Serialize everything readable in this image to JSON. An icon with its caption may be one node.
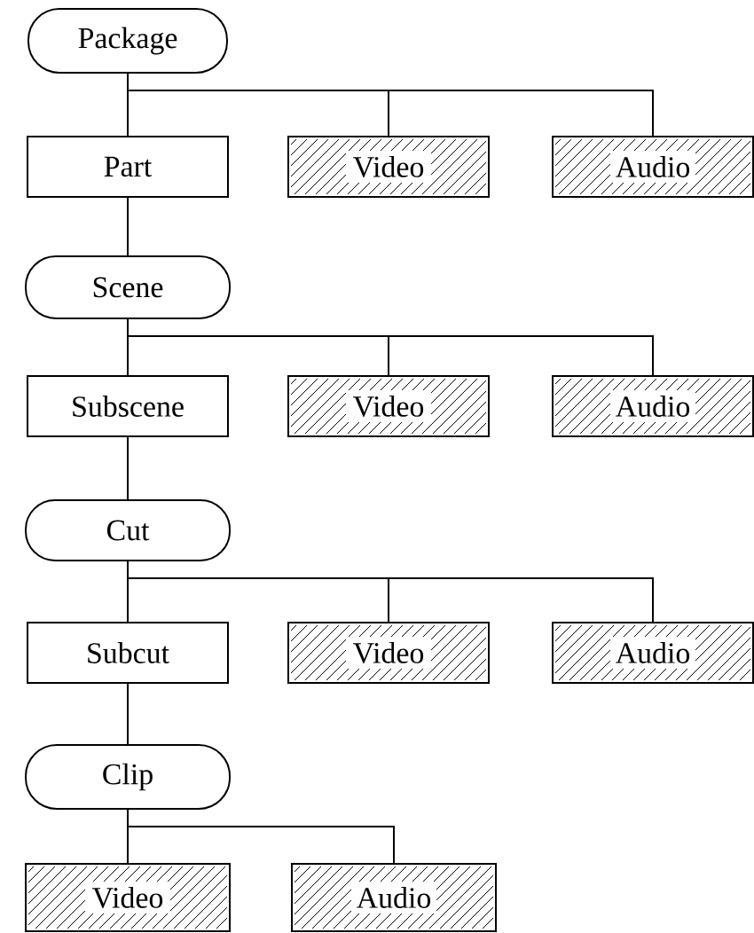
{
  "diagram": {
    "nodes": [
      {
        "text": [
          "Package"
        ]
      },
      {
        "text": [
          "Part"
        ]
      },
      {
        "text": [
          "Video"
        ]
      },
      {
        "text": [
          "Audio"
        ]
      },
      {
        "text": [
          "Scene"
        ]
      },
      {
        "text": [
          "Subscene"
        ]
      },
      {
        "text": [
          "Video"
        ]
      },
      {
        "text": [
          "Audio"
        ]
      },
      {
        "text": [
          "Cut"
        ]
      },
      {
        "text": [
          "Subcut"
        ]
      },
      {
        "text": [
          "Video"
        ]
      },
      {
        "text": [
          "Audio"
        ]
      },
      {
        "text": [
          "Clip"
        ]
      },
      {
        "text": [
          "Video"
        ]
      },
      {
        "text": [
          "Audio"
        ]
      }
    ],
    "edges": [
      {
        "from": 0,
        "to": 1,
        "arrow": "none"
      },
      {
        "from": 0,
        "to": 2,
        "arrow": "none"
      },
      {
        "from": 0,
        "to": 3,
        "arrow": "none"
      },
      {
        "from": 1,
        "to": 4,
        "arrow": "none"
      },
      {
        "from": 4,
        "to": 5,
        "arrow": "none"
      },
      {
        "from": 4,
        "to": 6,
        "arrow": "none"
      },
      {
        "from": 4,
        "to": 7,
        "arrow": "none"
      },
      {
        "from": 5,
        "to": 8,
        "arrow": "none"
      },
      {
        "from": 8,
        "to": 9,
        "arrow": "none"
      },
      {
        "from": 8,
        "to": 10,
        "arrow": "none"
      },
      {
        "from": 8,
        "to": 11,
        "arrow": "none"
      },
      {
        "from": 9,
        "to": 12,
        "arrow": "none"
      },
      {
        "from": 12,
        "to": 13,
        "arrow": "none"
      },
      {
        "from": 12,
        "to": 14,
        "arrow": "none"
      }
    ]
  }
}
